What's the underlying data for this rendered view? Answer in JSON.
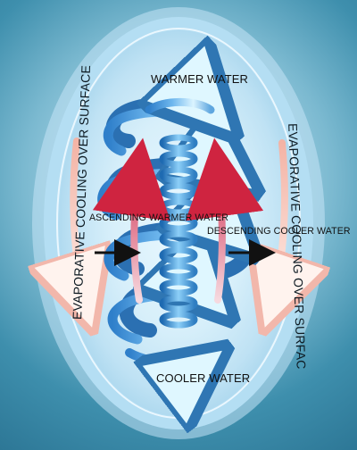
{
  "labels": {
    "top": "WARMER WATER",
    "bottom": "COOLER WATER",
    "left_middle": "ASCENDING WARMER WATER",
    "right_middle": "DESCENDING COOLER WATER",
    "left_side": "EVAPORATIVE COOLING OVER SURFACE",
    "right_side": "EVAPORATIVE COOLING OVER SURFAC"
  }
}
